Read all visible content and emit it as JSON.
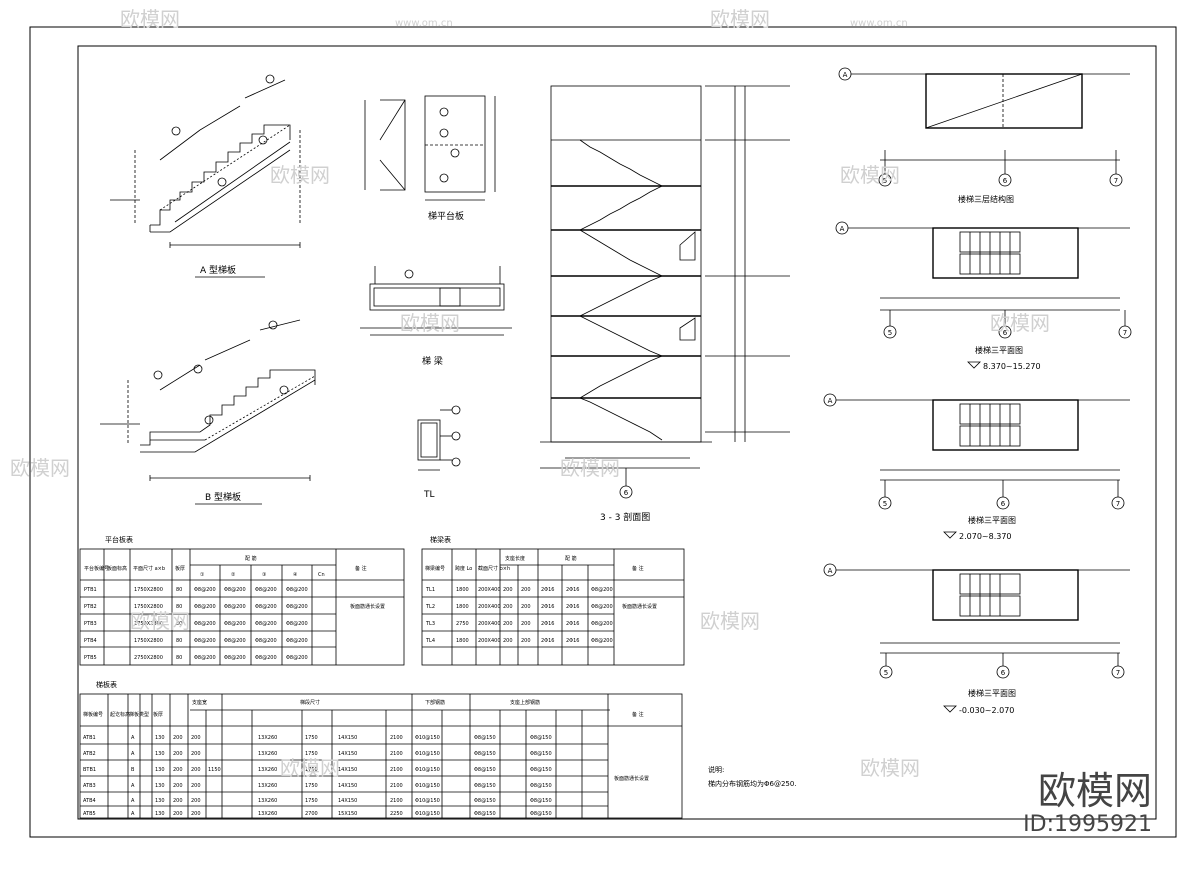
{
  "drawing": {
    "labels": {
      "a_stair": "A 型梯板",
      "b_stair": "B 型梯板",
      "landing_board": "梯平台板",
      "beam": "梯 梁",
      "tl": "TL",
      "section": "3 - 3 剖面图",
      "roof_plan": "楼梯三层结构图",
      "plan_upper": "楼梯三平面图",
      "plan_upper_elev": "8.370~15.270",
      "plan_mid": "楼梯三平面图",
      "plan_mid_elev": "2.070~8.370",
      "plan_lower": "楼梯三平面图",
      "plan_lower_elev": "-0.030~2.070",
      "notes_title": "说明:",
      "notes_line1": "梯内分布钢筋均为Φ6@250."
    },
    "tables": {
      "platform": {
        "title": "平台板表",
        "headers": [
          "平台板编号",
          "板面标高",
          "平面尺寸 a×b",
          "板厚",
          "配 筋",
          "备 注"
        ],
        "rebar_cols": [
          "①",
          "②",
          "③",
          "④",
          "Cn"
        ],
        "rows": [
          [
            "PTB1",
            "",
            "1750X2800",
            "80",
            "Φ8@200",
            "Φ8@200",
            "Φ8@200",
            "Φ8@200",
            ""
          ],
          [
            "PTB2",
            "",
            "1750X2800",
            "80",
            "Φ8@200",
            "Φ8@200",
            "Φ8@200",
            "Φ8@200",
            ""
          ],
          [
            "PTB3",
            "",
            "1750X2800",
            "80",
            "Φ8@200",
            "Φ8@200",
            "Φ8@200",
            "Φ8@200",
            ""
          ],
          [
            "PTB4",
            "",
            "1750X2800",
            "80",
            "Φ8@200",
            "Φ8@200",
            "Φ8@200",
            "Φ8@200",
            ""
          ],
          [
            "PTB5",
            "",
            "2750X2800",
            "80",
            "Φ8@200",
            "Φ8@200",
            "Φ8@200",
            "Φ8@200",
            ""
          ]
        ],
        "remark": "板面筋通长设置"
      },
      "beam": {
        "title": "梯梁表",
        "headers": [
          "梯梁编号",
          "跨度 Lo",
          "截面尺寸 b×h",
          "支座长度",
          "配 筋",
          "备 注"
        ],
        "rows": [
          [
            "TL1",
            "1800",
            "200X400",
            "200",
            "200",
            "2Φ16",
            "2Φ16",
            "Φ8@200"
          ],
          [
            "TL2",
            "1800",
            "200X400",
            "200",
            "200",
            "2Φ16",
            "2Φ16",
            "Φ8@200"
          ],
          [
            "TL3",
            "2750",
            "200X400",
            "200",
            "200",
            "2Φ16",
            "2Φ16",
            "Φ8@200"
          ],
          [
            "TL4",
            "1800",
            "200X400",
            "200",
            "200",
            "2Φ16",
            "2Φ16",
            "Φ8@200"
          ]
        ],
        "remark": "板面筋通长设置"
      },
      "stair": {
        "title": "梯板表",
        "headers": [
          "梯板编号",
          "起讫标高",
          "梯板类型",
          "板厚",
          "支座宽",
          "梯段尺寸",
          "下部钢筋",
          "支座上部钢筋",
          "备 注"
        ],
        "rows": [
          [
            "ATB1",
            "",
            "A",
            "130",
            "200",
            "200",
            "",
            "13X260",
            "1750",
            "14X150",
            "2100",
            "Φ10@150",
            "Φ8@150",
            "Φ8@150"
          ],
          [
            "ATB2",
            "",
            "A",
            "130",
            "200",
            "200",
            "",
            "13X260",
            "1750",
            "14X150",
            "2100",
            "Φ10@150",
            "Φ8@150",
            "Φ8@150"
          ],
          [
            "BTB1",
            "",
            "B",
            "130",
            "200",
            "200",
            "1150",
            "13X260",
            "1750",
            "14X150",
            "2100",
            "Φ10@150",
            "Φ8@150",
            "Φ8@150"
          ],
          [
            "ATB3",
            "",
            "A",
            "130",
            "200",
            "200",
            "",
            "13X260",
            "1750",
            "14X150",
            "2100",
            "Φ10@150",
            "Φ8@150",
            "Φ8@150"
          ],
          [
            "ATB4",
            "",
            "A",
            "130",
            "200",
            "200",
            "",
            "13X260",
            "1750",
            "14X150",
            "2100",
            "Φ10@150",
            "Φ8@150",
            "Φ8@150"
          ],
          [
            "ATB5",
            "",
            "A",
            "130",
            "200",
            "200",
            "",
            "13X260",
            "2700",
            "15X150",
            "2250",
            "Φ10@150",
            "Φ8@150",
            "Φ8@150"
          ]
        ],
        "remark": "板面筋通长设置"
      }
    },
    "axes": [
      "A",
      "5",
      "6",
      "7"
    ],
    "watermark": {
      "brand": "欧模网",
      "url": "www.om.cn",
      "id": "ID:1995921"
    }
  }
}
